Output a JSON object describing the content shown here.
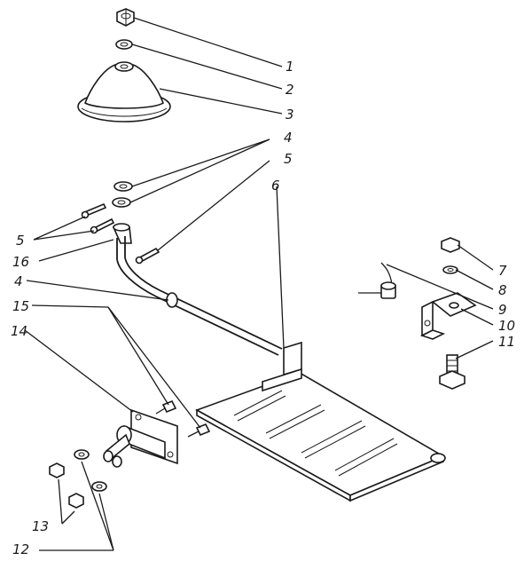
{
  "callouts": [
    {
      "id": "n1",
      "text": "1"
    },
    {
      "id": "n2",
      "text": "2"
    },
    {
      "id": "n3",
      "text": "3"
    },
    {
      "id": "n4a",
      "text": "4"
    },
    {
      "id": "n5a",
      "text": "5"
    },
    {
      "id": "n6",
      "text": "6"
    },
    {
      "id": "n5b",
      "text": "5"
    },
    {
      "id": "n16",
      "text": "16"
    },
    {
      "id": "n4b",
      "text": "4"
    },
    {
      "id": "n15",
      "text": "15"
    },
    {
      "id": "n14",
      "text": "14"
    },
    {
      "id": "n7",
      "text": "7"
    },
    {
      "id": "n8",
      "text": "8"
    },
    {
      "id": "n9",
      "text": "9"
    },
    {
      "id": "n10",
      "text": "10"
    },
    {
      "id": "n11",
      "text": "11"
    },
    {
      "id": "n13",
      "text": "13"
    },
    {
      "id": "n12",
      "text": "12"
    }
  ]
}
